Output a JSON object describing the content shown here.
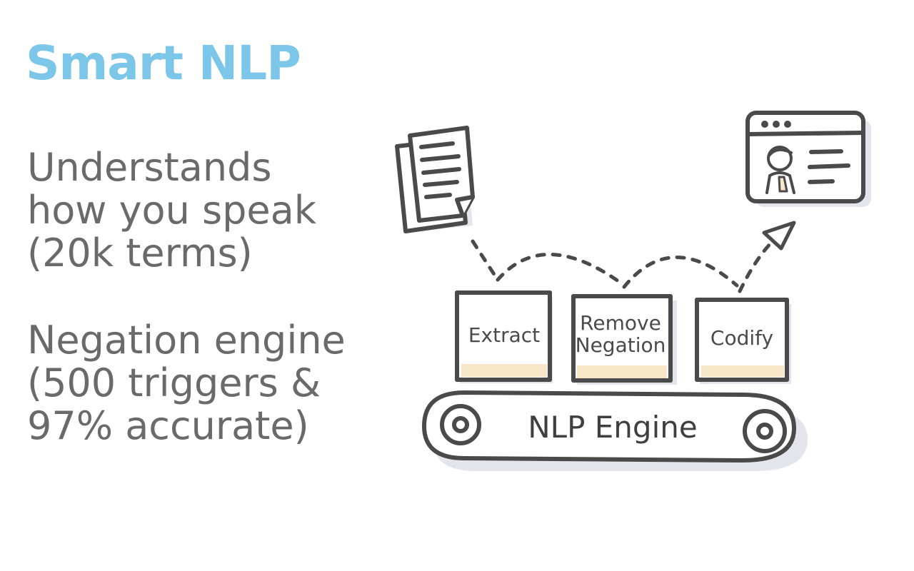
{
  "slide": {
    "title": "Smart NLP",
    "title_color": "#7cc6ea",
    "bullets": [
      {
        "lines": [
          "Understands",
          "how you speak",
          "(20k terms)"
        ]
      },
      {
        "lines": [
          "Negation engine",
          "(500 triggers &",
          "97% accurate)"
        ]
      }
    ]
  },
  "diagram": {
    "input_icon": "document-stack-icon",
    "output_icon": "patient-profile-window-icon",
    "steps": [
      {
        "lines": [
          "Extract"
        ]
      },
      {
        "lines": [
          "Remove",
          "Negation"
        ]
      },
      {
        "lines": [
          "Codify"
        ]
      }
    ],
    "conveyor_label": "NLP Engine",
    "colors": {
      "stroke": "#4a4a4a",
      "shadow": "#e4e4ec",
      "box_fill_highlight": "#f7e6c8"
    }
  }
}
